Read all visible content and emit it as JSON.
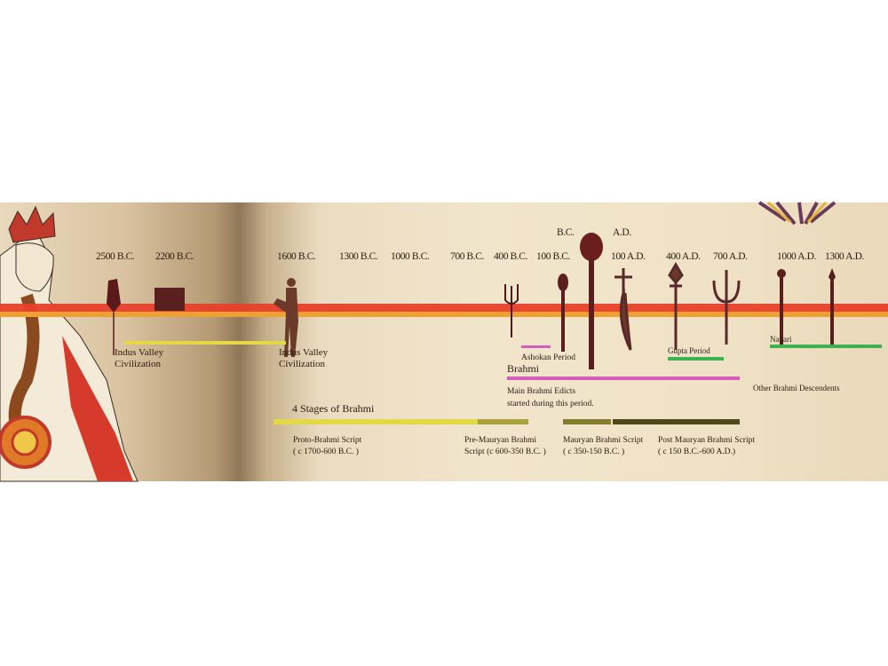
{
  "years": {
    "y2500": "2500 B.C.",
    "y2200": "2200 B.C.",
    "y1600": "1600 B.C.",
    "y1300": "1300 B.C.",
    "y1000": "1000 B.C.",
    "y700": "700 B.C.",
    "y400": "400 B.C.",
    "y100": "100 B.C.",
    "bc": "B.C.",
    "ad": "A.D.",
    "a100": "100 A.D.",
    "a400": "400 A.D.",
    "a700": "700 A.D.",
    "a1000": "1000 A.D.",
    "a1300": "1300 A.D."
  },
  "labels": {
    "indus1_l1": "Indus Valley",
    "indus1_l2": "Civilization",
    "indus2_l1": "Indus Valley",
    "indus2_l2": "Civilization",
    "ashokan": "Ashokan Period",
    "brahmi": "Brahmi",
    "edicts_l1": "Main Brahmi Edicts",
    "edicts_l2": "started during this period.",
    "gupta": "Gupta Period",
    "nagari": "Nagari",
    "other": "Other Brahmi Descendents",
    "stages": "4 Stages of Brahmi"
  },
  "stages": [
    {
      "name": "Proto-Brahmi Script",
      "range": "( c 1700-600 B.C. )",
      "color": "#e4d845"
    },
    {
      "name": "Pre-Mauryan Brahmi",
      "range": "Script (c 600-350 B.C. )",
      "color": "#a9a23e"
    },
    {
      "name": "Mauryan Brahmi Script",
      "range": "( c 350-150 B.C. )",
      "color": "#857d2c"
    },
    {
      "name": "Post Mauryan Brahmi Script",
      "range": "( c 150 B.C.-600 A.D.)",
      "color": "#4e4a17"
    }
  ],
  "colors": {
    "timeline_red": "#e8402a",
    "timeline_orange": "#eea033",
    "indus": "#e4d845",
    "brahmi": "#d65cc0",
    "gupta": "#3bb24e"
  }
}
